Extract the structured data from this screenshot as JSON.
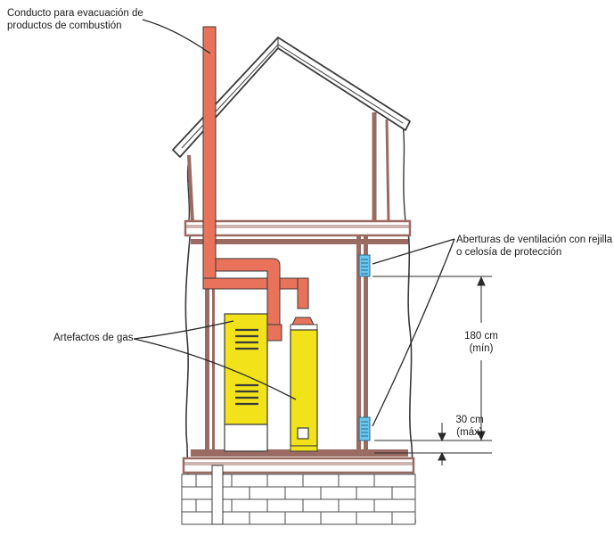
{
  "labels": {
    "flue_line1": "Conducto para evacuación de",
    "flue_line2": "productos de combustión",
    "vents_line1": "Aberturas de ventilación con rejilla",
    "vents_line2": "o celosía de protección",
    "appliances": "Artefactos de gas",
    "upper_value": "180 cm",
    "upper_qualifier": "(mín)",
    "lower_value": "30 cm",
    "lower_qualifier": "(máx)"
  },
  "colors": {
    "flue": "#e8735a",
    "appliance": "#f2e21a",
    "vent_grille": "#69c6ec",
    "framing": "#9a6b63",
    "line": "#3a3a3a",
    "wall_fill": "#ffffff"
  },
  "icons": {
    "vent_grille": "vent-grille-icon"
  }
}
